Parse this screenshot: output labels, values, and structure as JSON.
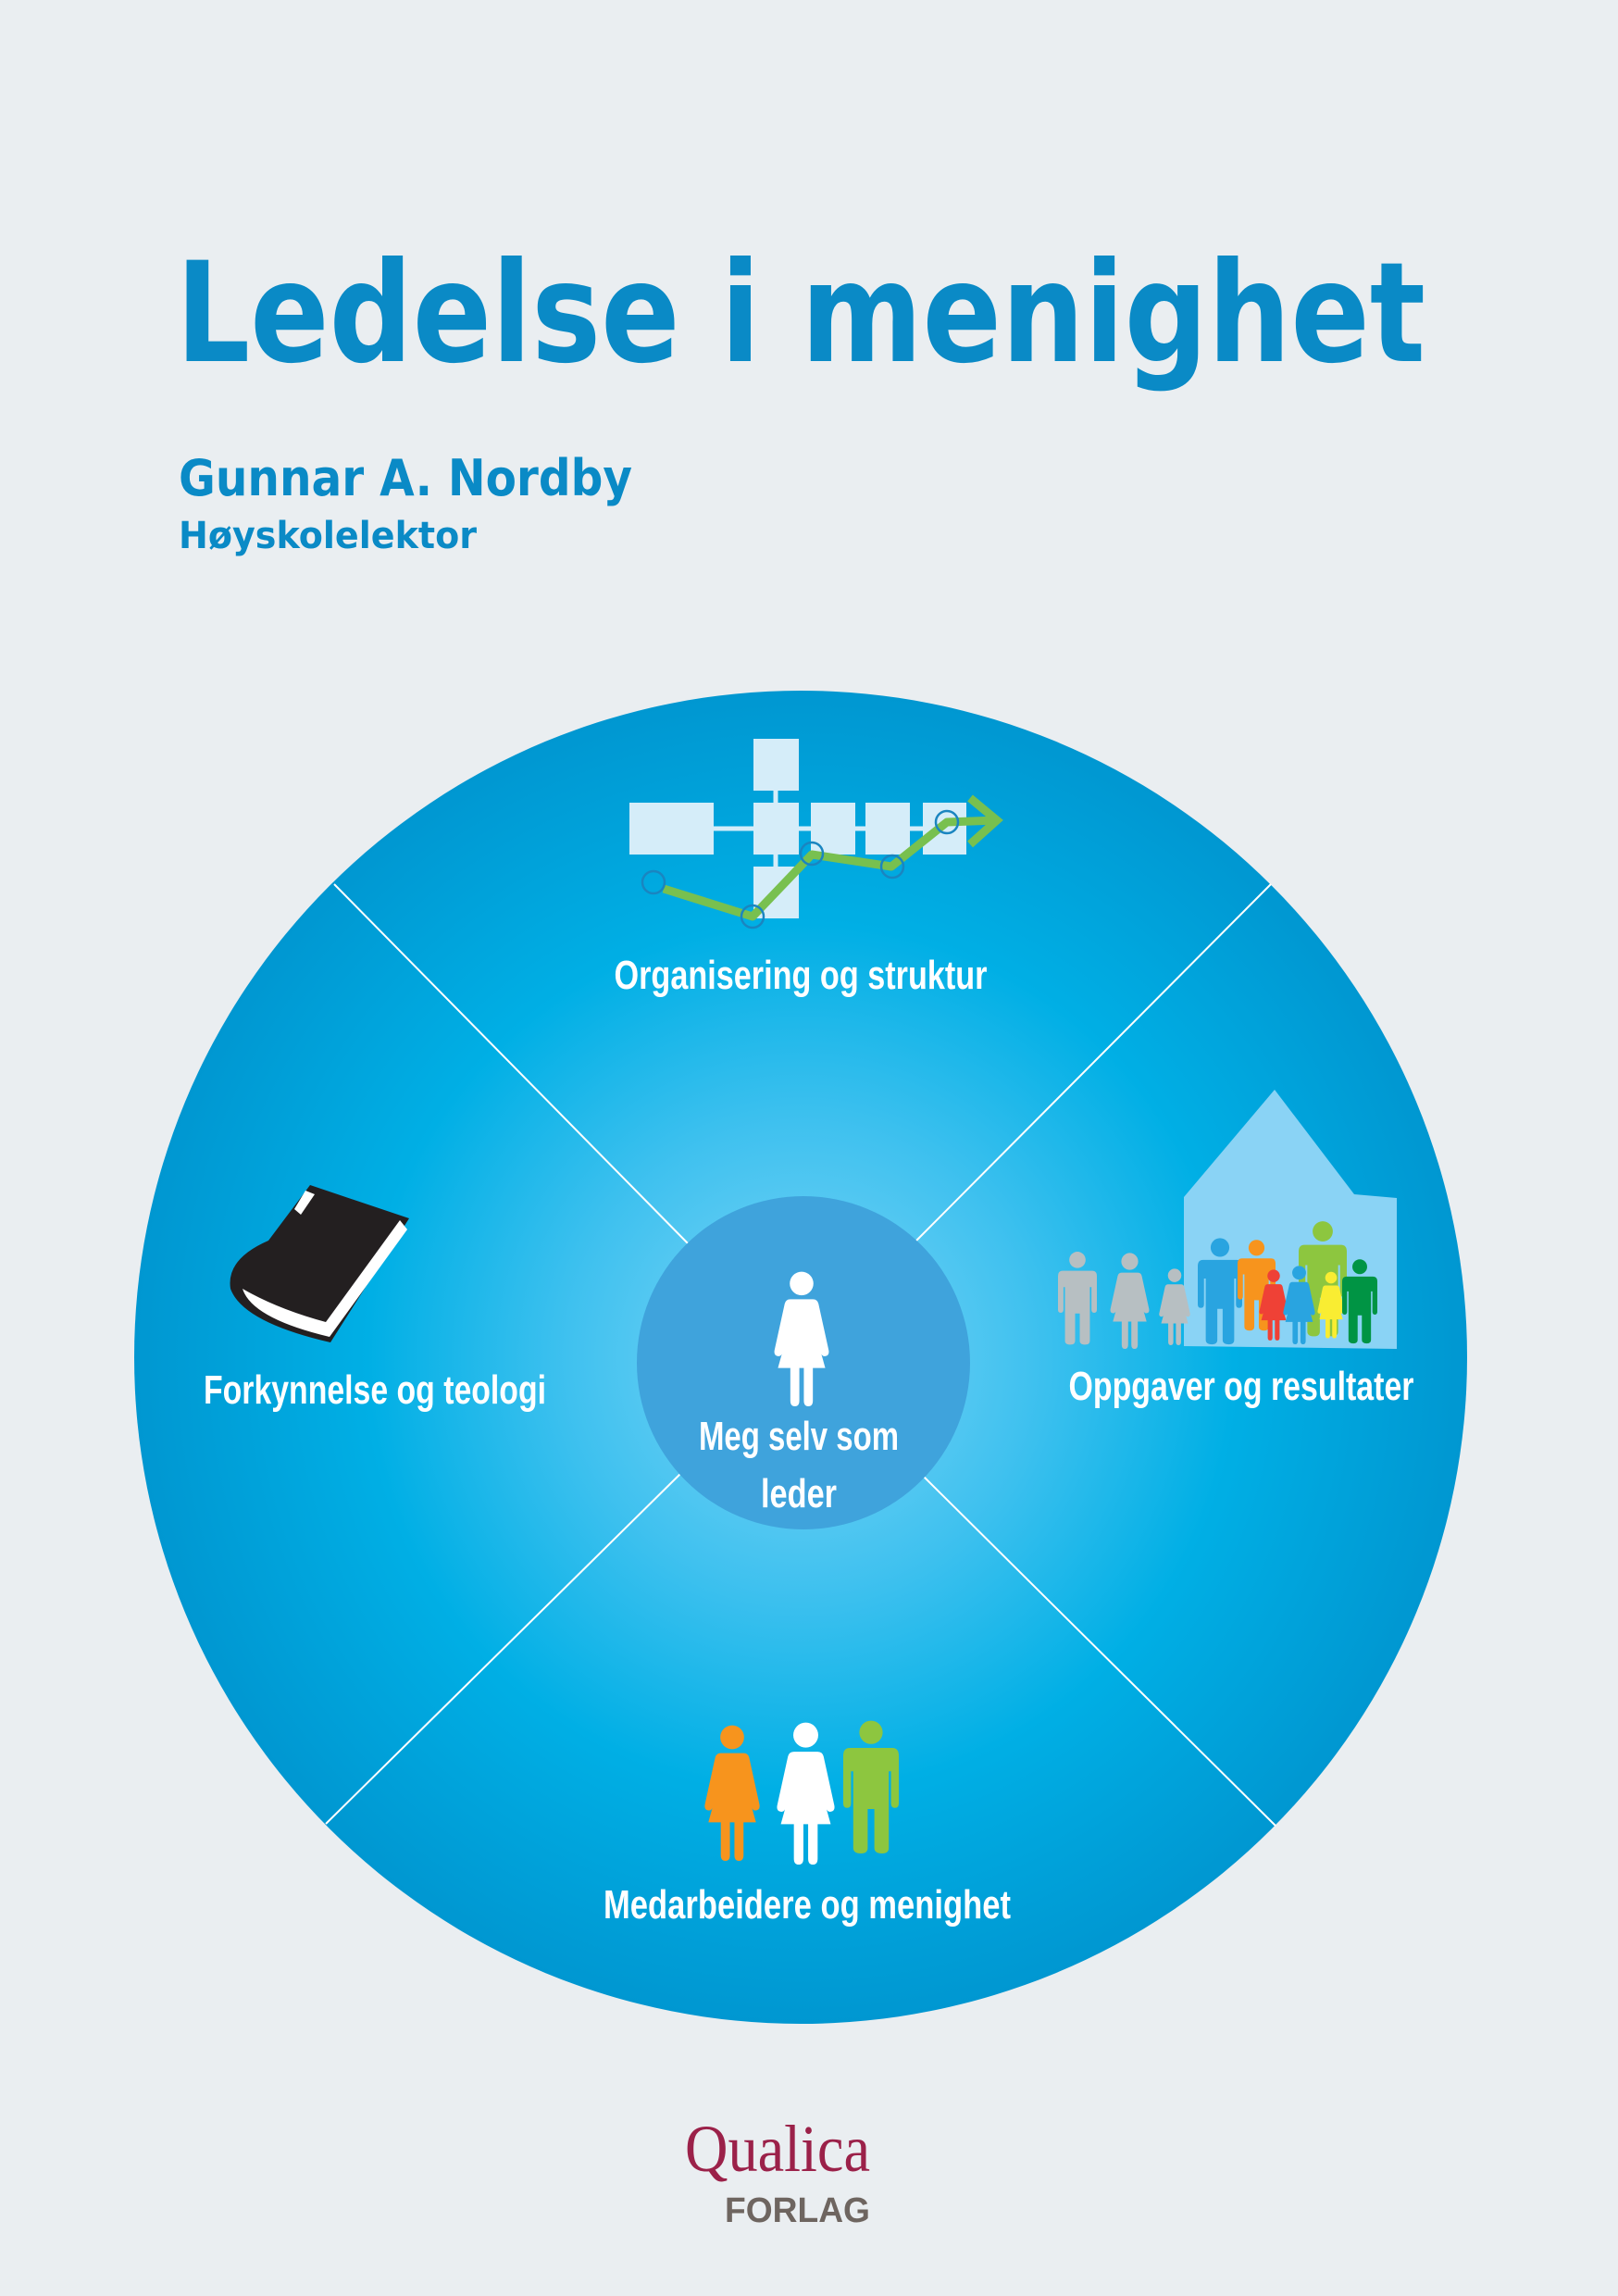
{
  "cover": {
    "title": "Ledelse i menighet",
    "author": "Gunnar A. Nordby",
    "author_role": "Høyskolelektor"
  },
  "wheel": {
    "center_label_line1": "Meg selv som",
    "center_label_line2": "leder",
    "segments": {
      "top": "Organisering og struktur",
      "left": "Forkynnelse og teologi",
      "right": "Oppgaver og resultater",
      "bottom": "Medarbeidere og menighet"
    }
  },
  "publisher": {
    "name": "Qualica",
    "sub": "FORLAG"
  },
  "colors": {
    "background": "#eaeef1",
    "title": "#0a8ac6",
    "wheel_edge": "#0098d2",
    "wheel_mid": "#00afe5",
    "wheel_center": "#62cbf3",
    "inner_circle": "#3fa3dc",
    "publisher_name": "#9b2149",
    "publisher_sub": "#6e6560"
  }
}
